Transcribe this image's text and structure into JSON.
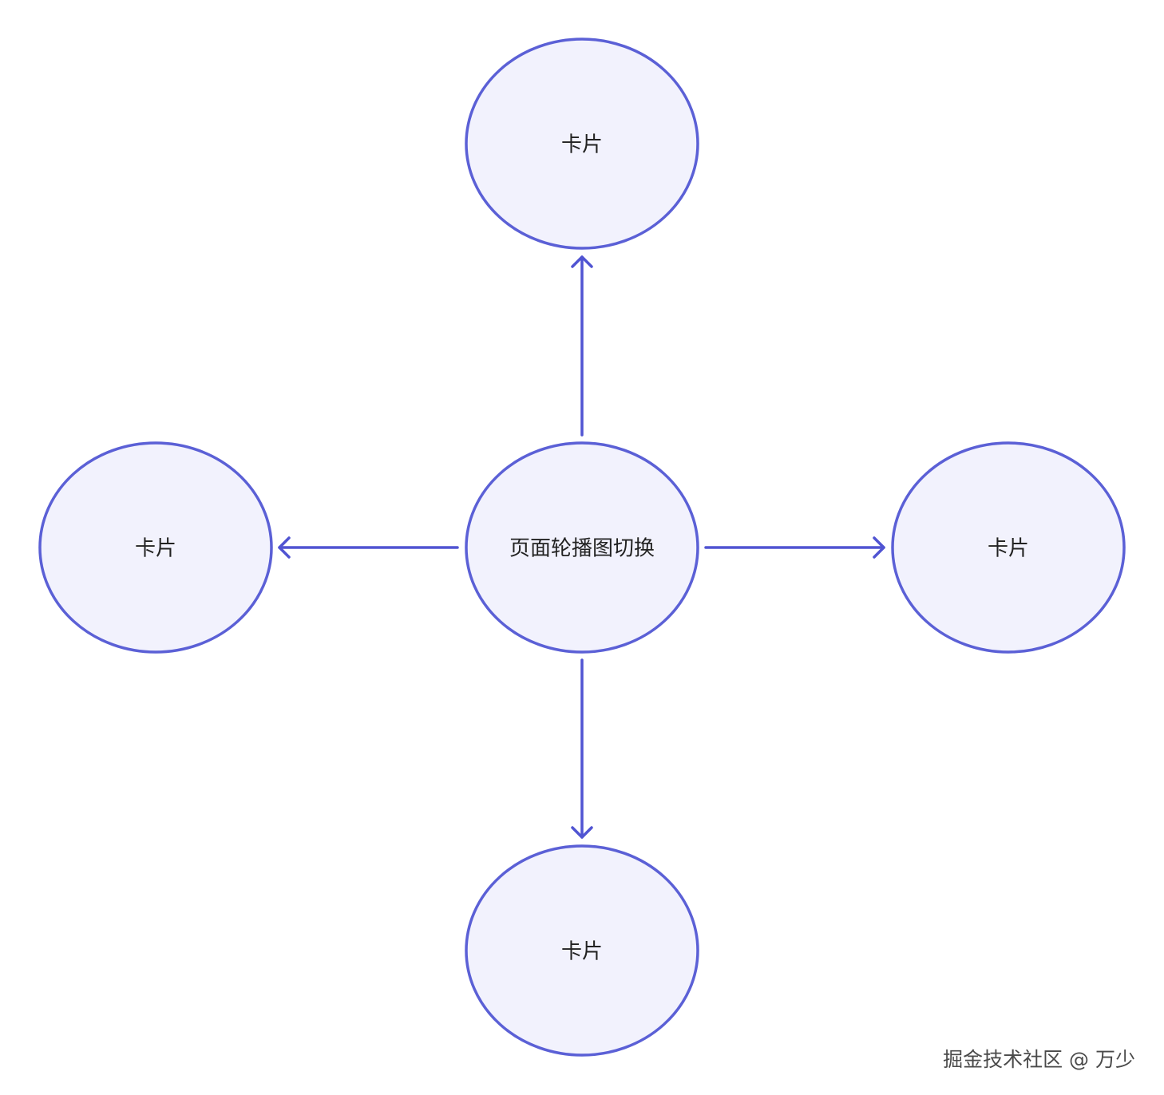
{
  "diagram": {
    "center_node": {
      "label": "页面轮播图切换"
    },
    "top_node": {
      "label": "卡片"
    },
    "left_node": {
      "label": "卡片"
    },
    "right_node": {
      "label": "卡片"
    },
    "bottom_node": {
      "label": "卡片"
    }
  },
  "colors": {
    "node_fill": "#f2f2fd",
    "node_stroke": "#5b60d6",
    "edge": "#5054d2"
  },
  "watermark": "掘金技术社区 @ 万少"
}
